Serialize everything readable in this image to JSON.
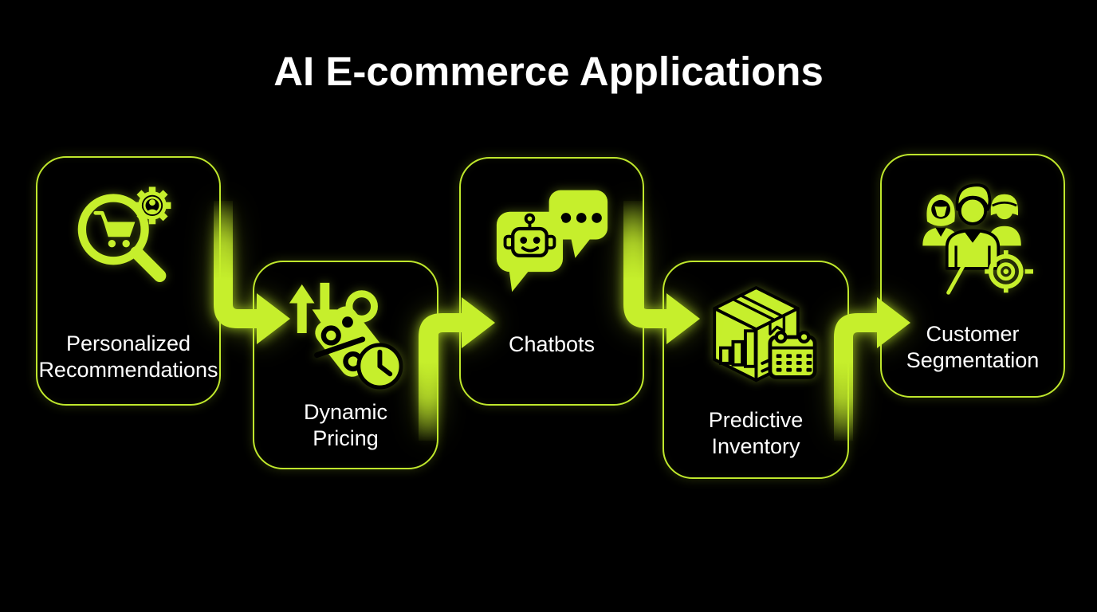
{
  "title": "AI E-commerce Applications",
  "colors": {
    "background": "#000000",
    "accent": "#c6ef2c",
    "card_border": "#bfe72c",
    "text": "#ffffff"
  },
  "cards": [
    {
      "id": "personalized-recommendations",
      "lines": [
        "Personalized",
        "Recommendations"
      ],
      "icon": "cart-search-gear-icon"
    },
    {
      "id": "dynamic-pricing",
      "lines": [
        "Dynamic",
        "Pricing"
      ],
      "icon": "price-tag-arrows-clock-icon"
    },
    {
      "id": "chatbots",
      "lines": [
        "Chatbots"
      ],
      "icon": "chat-bubbles-robot-icon"
    },
    {
      "id": "predictive-inventory",
      "lines": [
        "Predictive",
        "Inventory"
      ],
      "icon": "box-bar-chart-calendar-icon"
    },
    {
      "id": "customer-segmentation",
      "lines": [
        "Customer",
        "Segmentation"
      ],
      "icon": "people-target-icon"
    }
  ],
  "connectors": [
    "down-right-arrow",
    "up-right-arrow",
    "down-right-arrow",
    "up-right-arrow"
  ]
}
